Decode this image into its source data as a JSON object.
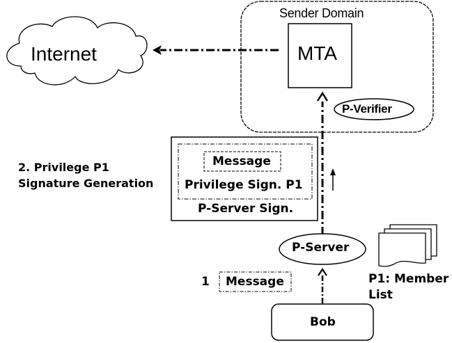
{
  "diagram": {
    "internet": {
      "label": "Internet"
    },
    "sender_domain": {
      "label": "Sender Domain"
    },
    "mta": {
      "label": "MTA"
    },
    "p_verifier": {
      "label": "P-Verifier"
    },
    "signature_box": {
      "message_label": "Message",
      "privilege_sign_label": "Privilege Sign. P1",
      "p_server_sign_label": "P-Server Sign."
    },
    "step2_label": {
      "line1": "2. Privilege P1",
      "line2": "Signature Generation"
    },
    "p_server": {
      "label": "P-Server"
    },
    "step1": {
      "number": "1",
      "message_label": "Message"
    },
    "member_list": {
      "line1": "P1: Member",
      "line2": "List"
    },
    "bob": {
      "label": "Bob"
    }
  }
}
